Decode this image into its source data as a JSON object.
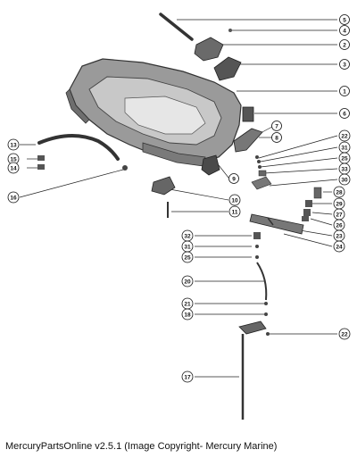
{
  "caption": "MercuryPartsOnline v2.5.1 (Image Copyright- Mercury Marine)",
  "callouts": {
    "c5": "5",
    "c4": "4",
    "c2": "2",
    "c3": "3",
    "c1": "1",
    "c6": "6",
    "c7": "7",
    "c8": "8",
    "c9": "9",
    "c10": "10",
    "c11": "11",
    "c13": "13",
    "c15": "15",
    "c14": "14",
    "c16": "16",
    "c22a": "22",
    "c31a": "31",
    "c25a": "25",
    "c33": "33",
    "c30": "30",
    "c28": "28",
    "c29": "29",
    "c27": "27",
    "c26": "26",
    "c23": "23",
    "c24": "24",
    "c32": "32",
    "c31b": "31",
    "c25b": "25",
    "c20": "20",
    "c21": "21",
    "c18": "18",
    "c22b": "22",
    "c17": "17"
  }
}
